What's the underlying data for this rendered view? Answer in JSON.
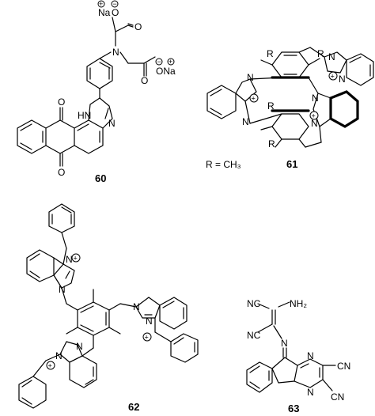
{
  "compounds": [
    {
      "number": "60",
      "labels": {
        "na_top": "Na",
        "o_top": "O",
        "o_mid1": "O",
        "n_center": "N",
        "o_mid2": "O",
        "o_na": "ONa",
        "nh": "HN",
        "n_ring": "N",
        "o_quinone_top": "O",
        "o_quinone_bottom": "O"
      }
    },
    {
      "number": "61",
      "r_def": "R = CH₃",
      "labels": {
        "r": "R",
        "n": "N"
      }
    },
    {
      "number": "62",
      "labels": {
        "n": "N"
      }
    },
    {
      "number": "63",
      "labels": {
        "nc_top": "NC",
        "nh2": "NH₂",
        "nc_mid": "NC",
        "n_imine": "N",
        "n_ring": "N",
        "cn_right": "CN",
        "cn_bottom": "CN"
      }
    }
  ],
  "icons": {
    "positive_charge": "circled-plus-icon",
    "negative_charge": "circled-minus-icon"
  }
}
